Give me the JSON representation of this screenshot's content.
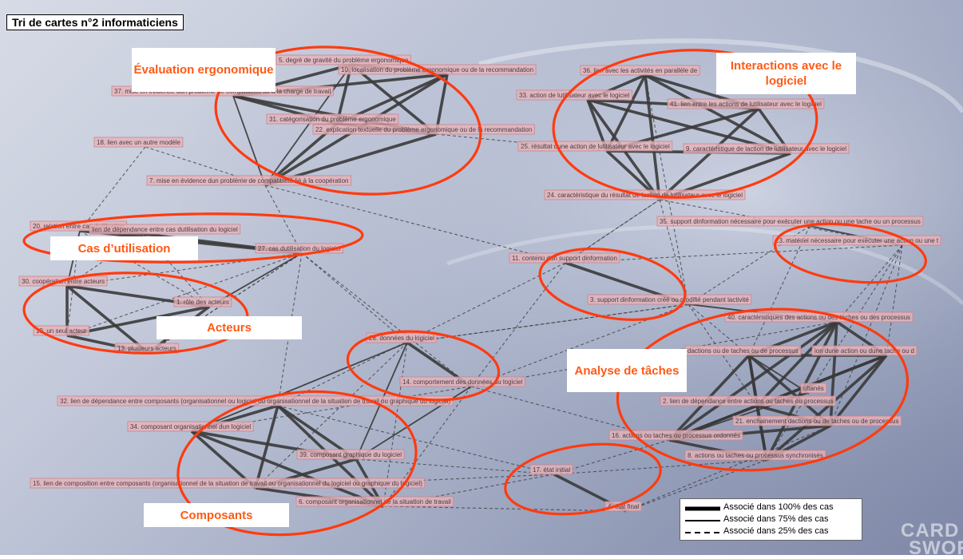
{
  "title": "Tri de cartes n°2 informaticiens",
  "colors": {
    "ellipse": "#ff3b10",
    "callout_text": "#ff5a14",
    "node_fill": "#e7b3b8",
    "node_border": "#c8848c",
    "node_text": "#4a3d47",
    "edge": "#3a3a3a"
  },
  "groups": [
    {
      "id": "eval",
      "label": "Évaluation ergonomique"
    },
    {
      "id": "interactions",
      "label": "Interactions avec le logiciel"
    },
    {
      "id": "cas",
      "label": "Cas d’utilisation"
    },
    {
      "id": "acteurs",
      "label": "Acteurs"
    },
    {
      "id": "analyse",
      "label": "Analyse de tâches"
    },
    {
      "id": "composants",
      "label": "Composants"
    }
  ],
  "nodes": [
    {
      "id": 5,
      "label": "5. degré de gravité du problème ergonomique"
    },
    {
      "id": 10,
      "label": "10. localisation du problème ergonomique ou de la recommandation"
    },
    {
      "id": 37,
      "label": "37. mise en évidence dun problème de compatibilité lié à la charge de travail"
    },
    {
      "id": 31,
      "label": "31. catégorisation du problème ergonomique"
    },
    {
      "id": 22,
      "label": "22. explication textuelle du problème ergonomique ou de la recommandation"
    },
    {
      "id": 18,
      "label": "18. lien avec un autre modèle"
    },
    {
      "id": 7,
      "label": "7. mise en évidence dun problème de compatibilité lié à la coopération"
    },
    {
      "id": 36,
      "label": "36. lien avec les activités en parallèle de"
    },
    {
      "id": 33,
      "label": "33. action de lutilisateur avec le logiciel"
    },
    {
      "id": 41,
      "label": "41. lien entre les actions de lutilisateur avec le logiciel"
    },
    {
      "id": 25,
      "label": "25. résultat dune action de lutilisateur avec le logiciel"
    },
    {
      "id": 9,
      "label": "9. caractéristique de laction de lutilisateur avec le logiciel"
    },
    {
      "id": 24,
      "label": "24. caractéristique du résultat de laction de lutilisateur avec le logiciel"
    },
    {
      "id": 20,
      "label": "20. relation entre cas dutilisation"
    },
    {
      "id": 42,
      "label": "lien de dépendance entre cas dutilisation du logiciel"
    },
    {
      "id": 27,
      "label": "27. cas dutilisation du logiciel"
    },
    {
      "id": 30,
      "label": "30. coopération entre acteurs"
    },
    {
      "id": 1,
      "label": "1. rôle des acteurs"
    },
    {
      "id": 19,
      "label": "19. un seul acteur"
    },
    {
      "id": 13,
      "label": "13. plusieurs acteurs"
    },
    {
      "id": 35,
      "label": "35. support dinformation nécessaire pour exécuter une action ou une tache ou un processus"
    },
    {
      "id": 23,
      "label": "23. matériel nécessaire pour exécuter une action ou une t"
    },
    {
      "id": 11,
      "label": "11. contenu dun support dinformation"
    },
    {
      "id": 3,
      "label": "3. support dinformation créé ou modifié pendant lactivité"
    },
    {
      "id": 40,
      "label": "40. caractéristiques des actions ou des taches ou des processus"
    },
    {
      "id": 43,
      "label": "dactions ou de taches ou de processus"
    },
    {
      "id": 44,
      "label": "ion dune action ou dune tache ou d"
    },
    {
      "id": 45,
      "label": "ultanés"
    },
    {
      "id": 2,
      "label": "2. lien de dépendance entre actions ou taches ou processus"
    },
    {
      "id": 21,
      "label": "21. enchainement dactions ou de taches ou de processus"
    },
    {
      "id": 16,
      "label": "16. actions ou taches ou processus ordonnés"
    },
    {
      "id": 8,
      "label": "8. actions ou taches ou processus synchronisés"
    },
    {
      "id": 28,
      "label": "28. données du logiciel"
    },
    {
      "id": 14,
      "label": "14. comportement des données du logiciel"
    },
    {
      "id": 32,
      "label": "32. lien de dépendance entre composants (organisationnel ou logiciel ou organisationnel de la situation de travail ou graphique du logiciel)"
    },
    {
      "id": 34,
      "label": "34. composant organisationnel dun logiciel"
    },
    {
      "id": 39,
      "label": "39. composant graphique du logiciel"
    },
    {
      "id": 15,
      "label": "15. lien de composition entre composants (organisationnel de la situation de travail ou organisationnel du logiciel ou graphique du logiciel)"
    },
    {
      "id": 6,
      "label": "6. composant organisationnel de la situation de travail"
    },
    {
      "id": 17,
      "label": "17. état initial"
    },
    {
      "id": 4,
      "label": "4. état final"
    }
  ],
  "edges": [
    [
      5,
      10,
      3
    ],
    [
      5,
      37,
      3
    ],
    [
      5,
      31,
      3
    ],
    [
      5,
      22,
      3
    ],
    [
      10,
      37,
      3
    ],
    [
      10,
      31,
      3
    ],
    [
      10,
      22,
      3
    ],
    [
      37,
      31,
      3
    ],
    [
      37,
      22,
      3
    ],
    [
      31,
      22,
      3
    ],
    [
      7,
      31,
      3
    ],
    [
      7,
      22,
      3
    ],
    [
      7,
      37,
      2
    ],
    [
      7,
      5,
      2
    ],
    [
      7,
      10,
      3
    ],
    [
      18,
      7,
      1
    ],
    [
      18,
      20,
      1
    ],
    [
      36,
      33,
      3
    ],
    [
      36,
      41,
      3
    ],
    [
      36,
      25,
      3
    ],
    [
      36,
      9,
      3
    ],
    [
      36,
      24,
      3
    ],
    [
      33,
      41,
      3
    ],
    [
      33,
      25,
      3
    ],
    [
      33,
      9,
      3
    ],
    [
      33,
      24,
      3
    ],
    [
      41,
      25,
      3
    ],
    [
      41,
      9,
      3
    ],
    [
      41,
      24,
      3
    ],
    [
      25,
      9,
      3
    ],
    [
      25,
      24,
      3
    ],
    [
      9,
      24,
      3
    ],
    [
      20,
      42,
      3
    ],
    [
      20,
      27,
      3
    ],
    [
      42,
      27,
      3
    ],
    [
      20,
      30,
      2
    ],
    [
      42,
      30,
      1
    ],
    [
      27,
      1,
      2
    ],
    [
      27,
      13,
      1
    ],
    [
      27,
      19,
      1
    ],
    [
      27,
      30,
      1
    ],
    [
      30,
      1,
      3
    ],
    [
      30,
      19,
      3
    ],
    [
      30,
      13,
      3
    ],
    [
      1,
      19,
      3
    ],
    [
      1,
      13,
      3
    ],
    [
      19,
      13,
      3
    ],
    [
      20,
      19,
      1
    ],
    [
      42,
      1,
      1
    ],
    [
      20,
      1,
      1
    ],
    [
      11,
      3,
      3
    ],
    [
      11,
      24,
      1
    ],
    [
      11,
      23,
      1
    ],
    [
      3,
      40,
      2
    ],
    [
      3,
      43,
      1
    ],
    [
      3,
      2,
      1
    ],
    [
      35,
      23,
      2
    ],
    [
      23,
      40,
      1
    ],
    [
      23,
      44,
      1
    ],
    [
      23,
      21,
      1
    ],
    [
      23,
      8,
      1
    ],
    [
      35,
      43,
      1
    ],
    [
      40,
      43,
      3
    ],
    [
      40,
      44,
      3
    ],
    [
      40,
      2,
      3
    ],
    [
      40,
      21,
      3
    ],
    [
      40,
      16,
      3
    ],
    [
      40,
      8,
      3
    ],
    [
      43,
      44,
      3
    ],
    [
      43,
      2,
      3
    ],
    [
      43,
      21,
      3
    ],
    [
      43,
      16,
      3
    ],
    [
      43,
      8,
      3
    ],
    [
      44,
      2,
      3
    ],
    [
      44,
      21,
      3
    ],
    [
      44,
      16,
      3
    ],
    [
      44,
      8,
      3
    ],
    [
      2,
      21,
      3
    ],
    [
      2,
      16,
      3
    ],
    [
      2,
      8,
      3
    ],
    [
      21,
      16,
      3
    ],
    [
      21,
      8,
      3
    ],
    [
      16,
      8,
      3
    ],
    [
      45,
      2,
      2
    ],
    [
      45,
      43,
      2
    ],
    [
      45,
      16,
      2
    ],
    [
      28,
      14,
      3
    ],
    [
      28,
      34,
      2
    ],
    [
      28,
      39,
      2
    ],
    [
      28,
      6,
      1
    ],
    [
      28,
      15,
      1
    ],
    [
      14,
      39,
      2
    ],
    [
      14,
      6,
      1
    ],
    [
      14,
      34,
      1
    ],
    [
      32,
      34,
      3
    ],
    [
      32,
      39,
      3
    ],
    [
      32,
      15,
      3
    ],
    [
      32,
      6,
      3
    ],
    [
      34,
      39,
      3
    ],
    [
      34,
      15,
      3
    ],
    [
      34,
      6,
      3
    ],
    [
      39,
      15,
      3
    ],
    [
      39,
      6,
      3
    ],
    [
      15,
      6,
      3
    ],
    [
      17,
      4,
      3
    ],
    [
      17,
      16,
      1
    ],
    [
      17,
      8,
      1
    ],
    [
      4,
      8,
      1
    ],
    [
      4,
      21,
      1
    ],
    [
      17,
      15,
      1
    ],
    [
      17,
      6,
      1
    ],
    [
      7,
      27,
      1
    ],
    [
      7,
      11,
      1
    ],
    [
      27,
      28,
      1
    ],
    [
      27,
      32,
      1
    ],
    [
      27,
      14,
      1
    ],
    [
      27,
      13,
      1
    ],
    [
      3,
      14,
      1
    ],
    [
      3,
      28,
      1
    ],
    [
      11,
      14,
      1
    ],
    [
      11,
      32,
      1
    ],
    [
      24,
      3,
      1
    ],
    [
      24,
      11,
      1
    ],
    [
      24,
      23,
      1
    ],
    [
      22,
      25,
      1
    ],
    [
      36,
      3,
      1
    ],
    [
      14,
      40,
      1
    ],
    [
      14,
      16,
      1
    ],
    [
      28,
      3,
      1
    ],
    [
      35,
      3,
      1
    ],
    [
      6,
      4,
      1
    ],
    [
      39,
      17,
      1
    ],
    [
      32,
      17,
      1
    ]
  ],
  "legend": [
    {
      "label": "Associé dans 100% des cas",
      "weight": 3
    },
    {
      "label": "Associé dans 75% des cas",
      "weight": 2
    },
    {
      "label": "Associé dans 25% des cas",
      "weight": 1
    }
  ],
  "watermark": {
    "line1": "CARD",
    "line2": "SWORD"
  }
}
